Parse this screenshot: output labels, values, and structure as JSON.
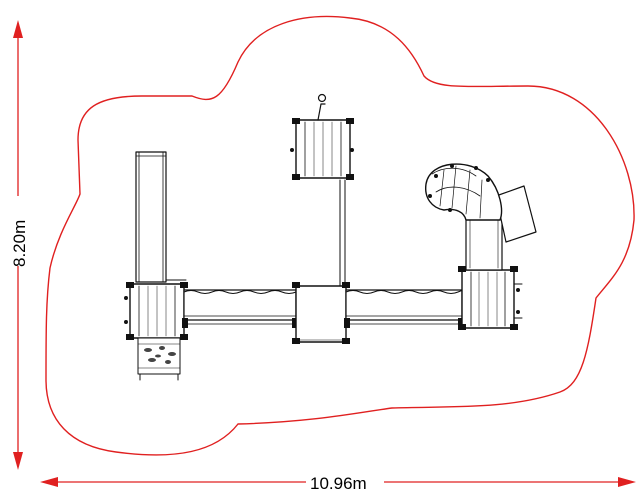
{
  "drawing": {
    "width_dimension": "10.96m",
    "height_dimension": "8.20m"
  },
  "colors": {
    "safety_zone": "#e02020",
    "dimension": "#e02020",
    "linework": "#111111",
    "background": "#ffffff"
  },
  "icons": {
    "arrowhead": "filled-triangle"
  }
}
